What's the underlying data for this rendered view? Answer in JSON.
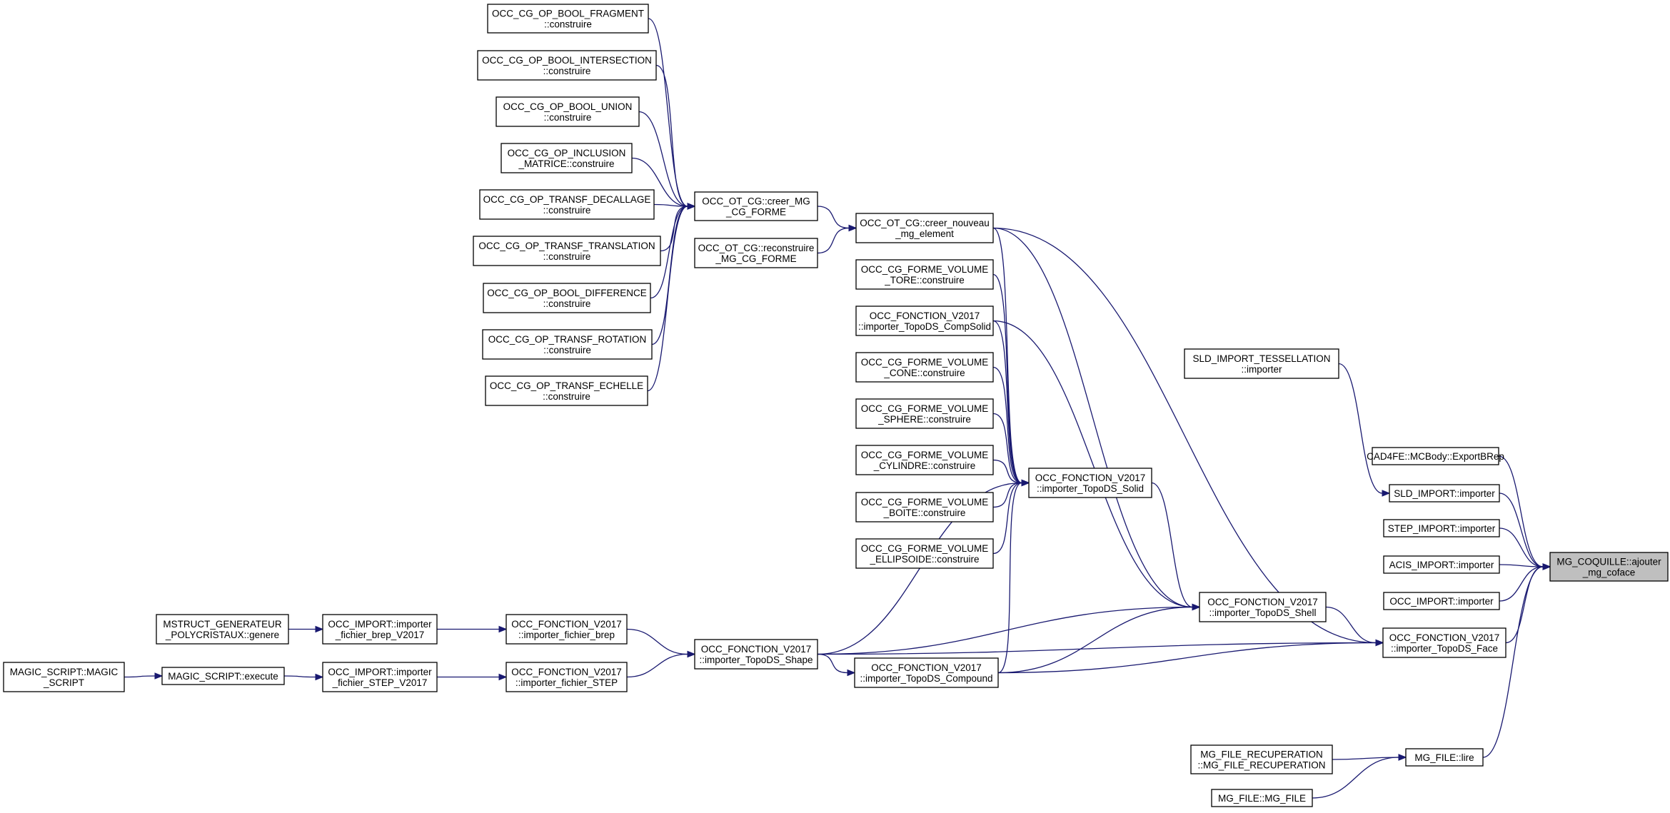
{
  "colors": {
    "edge": "#191970",
    "node_border": "#000000",
    "root_fill": "#bfbfbf",
    "node_fill": "#ffffff"
  },
  "nodes": [
    {
      "id": "root",
      "lines": [
        "MG_COQUILLE::ajouter",
        "_mg_coface"
      ],
      "root": true
    },
    {
      "id": "cad4fe",
      "lines": [
        "CAD4FE::MCBody::ExportBRep"
      ]
    },
    {
      "id": "sld_imp",
      "lines": [
        "SLD_IMPORT::importer"
      ]
    },
    {
      "id": "step_imp",
      "lines": [
        "STEP_IMPORT::importer"
      ]
    },
    {
      "id": "acis_imp",
      "lines": [
        "ACIS_IMPORT::importer"
      ]
    },
    {
      "id": "occ_imp",
      "lines": [
        "OCC_IMPORT::importer"
      ]
    },
    {
      "id": "face",
      "lines": [
        "OCC_FONCTION_V2017",
        "::importer_TopoDS_Face"
      ]
    },
    {
      "id": "mgfile_lire",
      "lines": [
        "MG_FILE::lire"
      ]
    },
    {
      "id": "sld_tess",
      "lines": [
        "SLD_IMPORT_TESSELLATION",
        "::importer"
      ]
    },
    {
      "id": "mgfile_recup",
      "lines": [
        "MG_FILE_RECUPERATION",
        "::MG_FILE_RECUPERATION"
      ]
    },
    {
      "id": "mgfile_ctor",
      "lines": [
        "MG_FILE::MG_FILE"
      ]
    },
    {
      "id": "shell",
      "lines": [
        "OCC_FONCTION_V2017",
        "::importer_TopoDS_Shell"
      ]
    },
    {
      "id": "solid",
      "lines": [
        "OCC_FONCTION_V2017",
        "::importer_TopoDS_Solid"
      ]
    },
    {
      "id": "compound",
      "lines": [
        "OCC_FONCTION_V2017",
        "::importer_TopoDS_Compound"
      ]
    },
    {
      "id": "shape",
      "lines": [
        "OCC_FONCTION_V2017",
        "::importer_TopoDS_Shape"
      ]
    },
    {
      "id": "creer_nouveau",
      "lines": [
        "OCC_OT_CG::creer_nouveau",
        "_mg_element"
      ]
    },
    {
      "id": "tore",
      "lines": [
        "OCC_CG_FORME_VOLUME",
        "_TORE::construire"
      ]
    },
    {
      "id": "compsolid",
      "lines": [
        "OCC_FONCTION_V2017",
        "::importer_TopoDS_CompSolid"
      ]
    },
    {
      "id": "cone",
      "lines": [
        "OCC_CG_FORME_VOLUME",
        "_CONE::construire"
      ]
    },
    {
      "id": "sphere",
      "lines": [
        "OCC_CG_FORME_VOLUME",
        "_SPHERE::construire"
      ]
    },
    {
      "id": "cylindre",
      "lines": [
        "OCC_CG_FORME_VOLUME",
        "_CYLINDRE::construire"
      ]
    },
    {
      "id": "boite",
      "lines": [
        "OCC_CG_FORME_VOLUME",
        "_BOITE::construire"
      ]
    },
    {
      "id": "ellipsoide",
      "lines": [
        "OCC_CG_FORME_VOLUME",
        "_ELLIPSOIDE::construire"
      ]
    },
    {
      "id": "creer_mg",
      "lines": [
        "OCC_OT_CG::creer_MG",
        "_CG_FORME"
      ]
    },
    {
      "id": "reconstruire",
      "lines": [
        "OCC_OT_CG::reconstruire",
        "_MG_CG_FORME"
      ]
    },
    {
      "id": "bool_frag",
      "lines": [
        "OCC_CG_OP_BOOL_FRAGMENT",
        "::construire"
      ]
    },
    {
      "id": "bool_inter",
      "lines": [
        "OCC_CG_OP_BOOL_INTERSECTION",
        "::construire"
      ]
    },
    {
      "id": "bool_union",
      "lines": [
        "OCC_CG_OP_BOOL_UNION",
        "::construire"
      ]
    },
    {
      "id": "op_inclusion",
      "lines": [
        "OCC_CG_OP_INCLUSION",
        "_MATRICE::construire"
      ]
    },
    {
      "id": "transf_dec",
      "lines": [
        "OCC_CG_OP_TRANSF_DECALLAGE",
        "::construire"
      ]
    },
    {
      "id": "transf_trans",
      "lines": [
        "OCC_CG_OP_TRANSF_TRANSLATION",
        "::construire"
      ]
    },
    {
      "id": "bool_diff",
      "lines": [
        "OCC_CG_OP_BOOL_DIFFERENCE",
        "::construire"
      ]
    },
    {
      "id": "transf_rot",
      "lines": [
        "OCC_CG_OP_TRANSF_ROTATION",
        "::construire"
      ]
    },
    {
      "id": "transf_ech",
      "lines": [
        "OCC_CG_OP_TRANSF_ECHELLE",
        "::construire"
      ]
    },
    {
      "id": "imp_brep",
      "lines": [
        "OCC_FONCTION_V2017",
        "::importer_fichier_brep"
      ]
    },
    {
      "id": "imp_step",
      "lines": [
        "OCC_FONCTION_V2017",
        "::importer_fichier_STEP"
      ]
    },
    {
      "id": "occ_brep",
      "lines": [
        "OCC_IMPORT::importer",
        "_fichier_brep_V2017"
      ]
    },
    {
      "id": "occ_step",
      "lines": [
        "OCC_IMPORT::importer",
        "_fichier_STEP_V2017"
      ]
    },
    {
      "id": "mstruct",
      "lines": [
        "MSTRUCT_GENERATEUR",
        "_POLYCRISTAUX::genere"
      ]
    },
    {
      "id": "magic_exec",
      "lines": [
        "MAGIC_SCRIPT::execute"
      ]
    },
    {
      "id": "magic_ctor",
      "lines": [
        "MAGIC_SCRIPT::MAGIC",
        "_SCRIPT"
      ]
    }
  ],
  "edges": [
    {
      "from": "cad4fe",
      "to": "root"
    },
    {
      "from": "sld_imp",
      "to": "root"
    },
    {
      "from": "step_imp",
      "to": "root"
    },
    {
      "from": "acis_imp",
      "to": "root"
    },
    {
      "from": "occ_imp",
      "to": "root"
    },
    {
      "from": "face",
      "to": "root"
    },
    {
      "from": "mgfile_lire",
      "to": "root"
    },
    {
      "from": "sld_tess",
      "to": "sld_imp"
    },
    {
      "from": "mgfile_recup",
      "to": "mgfile_lire"
    },
    {
      "from": "mgfile_ctor",
      "to": "mgfile_lire"
    },
    {
      "from": "shell",
      "to": "face"
    },
    {
      "from": "compound",
      "to": "face"
    },
    {
      "from": "shape",
      "to": "face"
    },
    {
      "from": "creer_nouveau",
      "to": "face"
    },
    {
      "from": "solid",
      "to": "shell"
    },
    {
      "from": "compound",
      "to": "shell"
    },
    {
      "from": "shape",
      "to": "shell"
    },
    {
      "from": "creer_nouveau",
      "to": "shell"
    },
    {
      "from": "compsolid",
      "to": "shell"
    },
    {
      "from": "tore",
      "to": "solid"
    },
    {
      "from": "compsolid",
      "to": "solid"
    },
    {
      "from": "cone",
      "to": "solid"
    },
    {
      "from": "sphere",
      "to": "solid"
    },
    {
      "from": "cylindre",
      "to": "solid"
    },
    {
      "from": "boite",
      "to": "solid"
    },
    {
      "from": "ellipsoide",
      "to": "solid"
    },
    {
      "from": "creer_nouveau",
      "to": "solid"
    },
    {
      "from": "compound",
      "to": "solid"
    },
    {
      "from": "shape",
      "to": "solid"
    },
    {
      "from": "shape",
      "to": "compound"
    },
    {
      "from": "imp_brep",
      "to": "shape"
    },
    {
      "from": "imp_step",
      "to": "shape"
    },
    {
      "from": "occ_brep",
      "to": "imp_brep"
    },
    {
      "from": "occ_step",
      "to": "imp_step"
    },
    {
      "from": "mstruct",
      "to": "occ_brep"
    },
    {
      "from": "magic_exec",
      "to": "occ_step"
    },
    {
      "from": "magic_ctor",
      "to": "magic_exec"
    },
    {
      "from": "creer_mg",
      "to": "creer_nouveau"
    },
    {
      "from": "reconstruire",
      "to": "creer_nouveau"
    },
    {
      "from": "bool_frag",
      "to": "creer_mg"
    },
    {
      "from": "bool_inter",
      "to": "creer_mg"
    },
    {
      "from": "bool_union",
      "to": "creer_mg"
    },
    {
      "from": "op_inclusion",
      "to": "creer_mg"
    },
    {
      "from": "transf_dec",
      "to": "creer_mg"
    },
    {
      "from": "transf_trans",
      "to": "creer_mg"
    },
    {
      "from": "bool_diff",
      "to": "creer_mg"
    },
    {
      "from": "transf_rot",
      "to": "creer_mg"
    },
    {
      "from": "transf_ech",
      "to": "creer_mg"
    }
  ]
}
